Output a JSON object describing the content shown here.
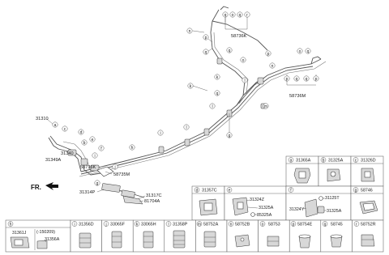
{
  "main_labels": {
    "p58736K_top": "58736K",
    "p58736M_right": "58736M",
    "p31310": "31310",
    "p31340": "31340",
    "p31349A": "31349A",
    "p58736K_left": "58736K",
    "p58735M": "58735M",
    "p31314P": "31314P",
    "p31317C": "31317C",
    "p81704A": "81704A",
    "fr": "FR."
  },
  "callouts": {
    "a": "a",
    "b": "b",
    "c": "c",
    "d": "d",
    "e": "e",
    "f": "f",
    "g": "g",
    "h": "h",
    "i": "i",
    "j": "j",
    "k": "k",
    "l": "l",
    "m": "m",
    "n": "n",
    "o": "o",
    "p": "p",
    "q": "q",
    "r": "r"
  },
  "table": {
    "row1": [
      {
        "letter": "a",
        "part": "31365A"
      },
      {
        "letter": "b",
        "part": "31325A"
      },
      {
        "letter": "c",
        "part": "31326D"
      }
    ],
    "row2": {
      "d": {
        "letter": "d",
        "part": "31357C"
      },
      "e": {
        "letter": "e",
        "parts": [
          "31324Z",
          "31325A",
          "85325A"
        ]
      },
      "f": {
        "letter": "f",
        "parts": [
          "31125T",
          "31324Y",
          "31325A"
        ]
      },
      "g": {
        "letter": "g",
        "part": "58746"
      }
    },
    "row3": {
      "h": {
        "letter": "h",
        "parts": [
          "31361J",
          "(-150209)",
          "31356A"
        ]
      },
      "cells": [
        {
          "letter": "i",
          "part": "31356D"
        },
        {
          "letter": "j",
          "part": "33065F"
        },
        {
          "letter": "k",
          "part": "33065H"
        },
        {
          "letter": "l",
          "part": "31358P"
        },
        {
          "letter": "m",
          "part": "58752A"
        },
        {
          "letter": "n",
          "part": "58752B"
        },
        {
          "letter": "o",
          "part": "58753"
        },
        {
          "letter": "p",
          "part": "58754E"
        },
        {
          "letter": "q",
          "part": "58745"
        },
        {
          "letter": "r",
          "part": "58752R"
        }
      ]
    }
  }
}
